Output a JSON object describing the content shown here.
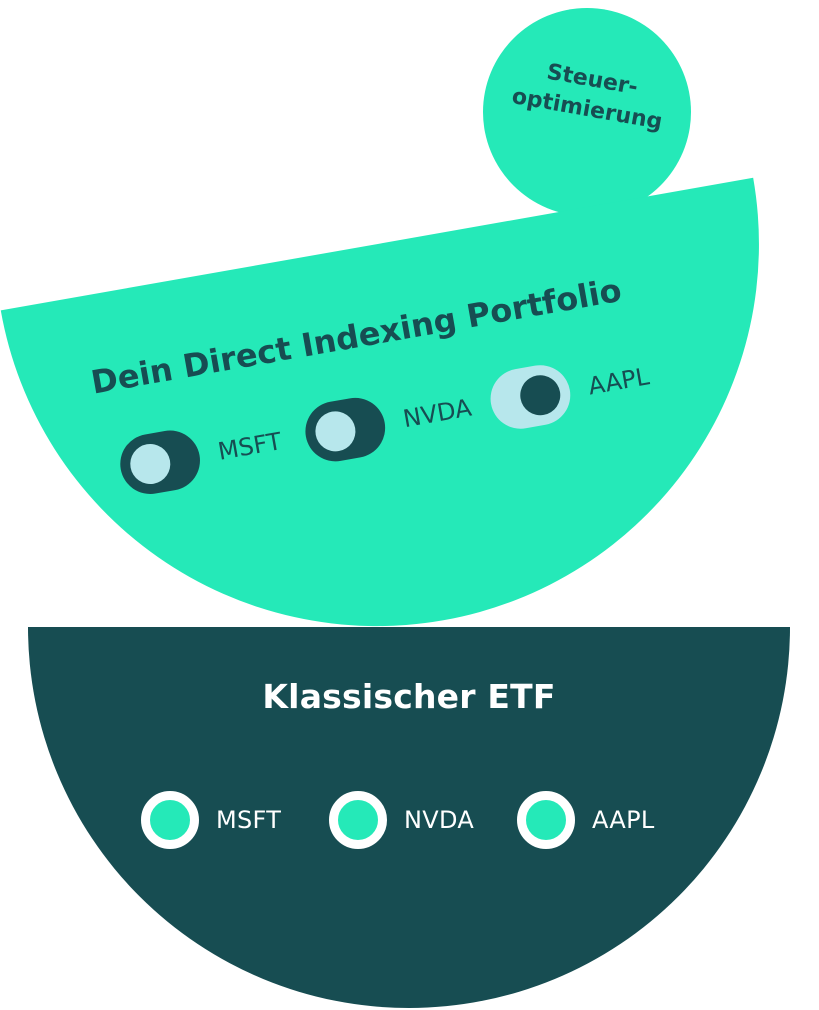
{
  "badge": {
    "line1": "Steuer-",
    "line2": "optimierung"
  },
  "direct_indexing": {
    "title": "Dein Direct Indexing Portfolio",
    "holdings": [
      {
        "label": "MSFT",
        "toggle": "off"
      },
      {
        "label": "NVDA",
        "toggle": "off"
      },
      {
        "label": "AAPL",
        "toggle": "on"
      }
    ]
  },
  "etf": {
    "title": "Klassischer ETF",
    "holdings": [
      {
        "label": "MSFT"
      },
      {
        "label": "NVDA"
      },
      {
        "label": "AAPL"
      }
    ]
  },
  "colors": {
    "mint": "#25e9b8",
    "dark_teal": "#174d52",
    "light_blue": "#b7e7ec",
    "white": "#ffffff"
  }
}
